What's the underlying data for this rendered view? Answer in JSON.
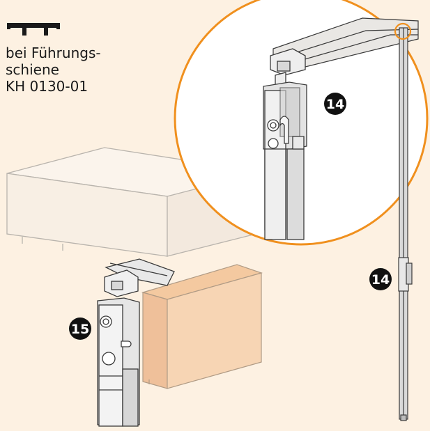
{
  "caption": {
    "line1": "bei Führungs-",
    "line2": "schiene",
    "line3": "KH 0130-01"
  },
  "callouts": {
    "detail": "14",
    "side": "14",
    "bottom": "15"
  },
  "colors": {
    "background": "#fdf1e2",
    "accent_orange": "#f0901e",
    "highlight_panel": "#f7d5b4",
    "outline": "#3a3a3a"
  },
  "icons": {
    "rail_symbol": "guide-rail-icon"
  }
}
